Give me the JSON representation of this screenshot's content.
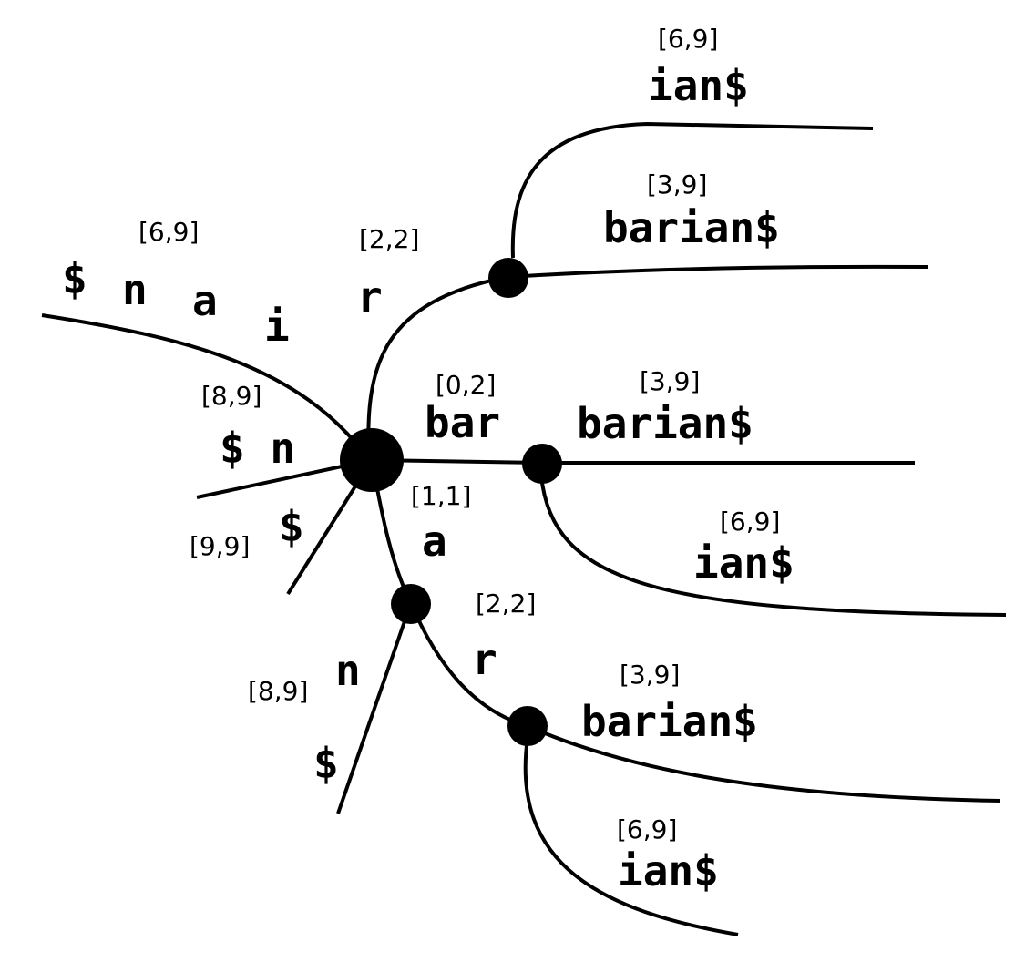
{
  "nodes": [
    {
      "id": "root",
      "name": "root-node"
    },
    {
      "id": "r-node",
      "name": "r-internal-node"
    },
    {
      "id": "bar-node",
      "name": "bar-internal-node"
    },
    {
      "id": "a-node",
      "name": "a-internal-node"
    },
    {
      "id": "ar-node",
      "name": "ar-internal-node"
    }
  ],
  "edges": [
    {
      "id": "e-nair",
      "range": "[6,9]",
      "chars": [
        "$",
        "n",
        "a",
        "i"
      ]
    },
    {
      "id": "e-r",
      "range": "[2,2]",
      "label": "r"
    },
    {
      "id": "e-r-ian",
      "range": "[6,9]",
      "label": "ian$"
    },
    {
      "id": "e-r-barian",
      "range": "[3,9]",
      "label": "barian$"
    },
    {
      "id": "e-bar",
      "range": "[0,2]",
      "label": "bar"
    },
    {
      "id": "e-bar-barian",
      "range": "[3,9]",
      "label": "barian$"
    },
    {
      "id": "e-bar-ian",
      "range": "[6,9]",
      "label": "ian$"
    },
    {
      "id": "e-n",
      "range": "[8,9]",
      "label": "$ n"
    },
    {
      "id": "e-dollar",
      "range": "[9,9]",
      "label": "$"
    },
    {
      "id": "e-a",
      "range": "[1,1]",
      "label": "a"
    },
    {
      "id": "e-a-n",
      "range": "[8,9]",
      "label": "n",
      "label2": "$"
    },
    {
      "id": "e-a-r",
      "range": "[2,2]",
      "label": "r"
    },
    {
      "id": "e-ar-barian",
      "range": "[3,9]",
      "label": "barian$"
    },
    {
      "id": "e-ar-ian",
      "range": "[6,9]",
      "label": "ian$"
    }
  ]
}
